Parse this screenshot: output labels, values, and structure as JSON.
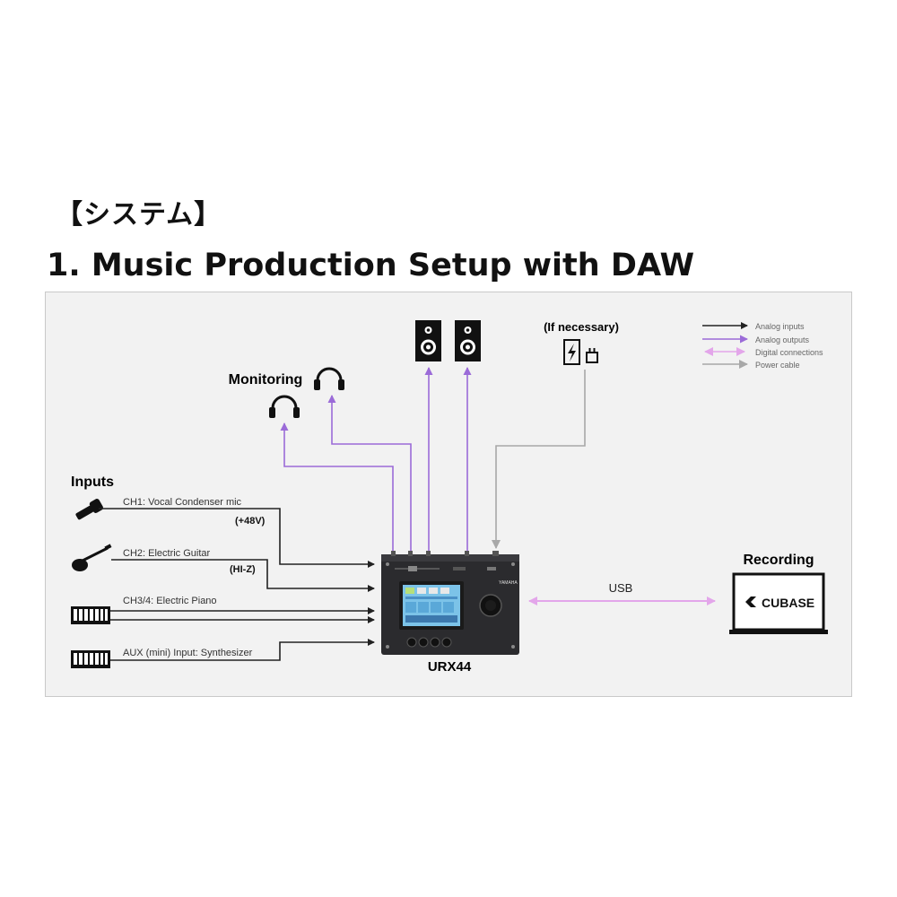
{
  "header": {
    "section_label": "【システム】",
    "title": "1. Music Production Setup with DAW"
  },
  "colors": {
    "analog_in": "#222222",
    "analog_out": "#9b6bd8",
    "digital": "#e3a6ea",
    "power": "#a8a8a8",
    "panel_bg": "#f2f2f2"
  },
  "legend": {
    "items": [
      {
        "label": "Analog inputs",
        "color": "#222222"
      },
      {
        "label": "Analog outputs",
        "color": "#9b6bd8"
      },
      {
        "label": "Digital connections",
        "color": "#e3a6ea"
      },
      {
        "label": "Power cable",
        "color": "#a8a8a8"
      }
    ]
  },
  "diagram": {
    "monitoring_label": "Monitoring",
    "if_necessary_label": "(If necessary)",
    "inputs_label": "Inputs",
    "inputs": [
      {
        "label": "CH1: Vocal Condenser mic",
        "note": "(+48V)",
        "icon": "microphone-icon"
      },
      {
        "label": "CH2: Electric Guitar",
        "note": "(HI-Z)",
        "icon": "guitar-icon"
      },
      {
        "label": "CH3/4: Electric Piano",
        "note": "",
        "icon": "keyboard-icon"
      },
      {
        "label": "AUX (mini) Input: Synthesizer",
        "note": "",
        "icon": "keyboard-icon"
      }
    ],
    "device_name": "URX44",
    "device_brand": "YAMAHA",
    "usb_label": "USB",
    "recording_label": "Recording",
    "daw_name": "CUBASE"
  }
}
